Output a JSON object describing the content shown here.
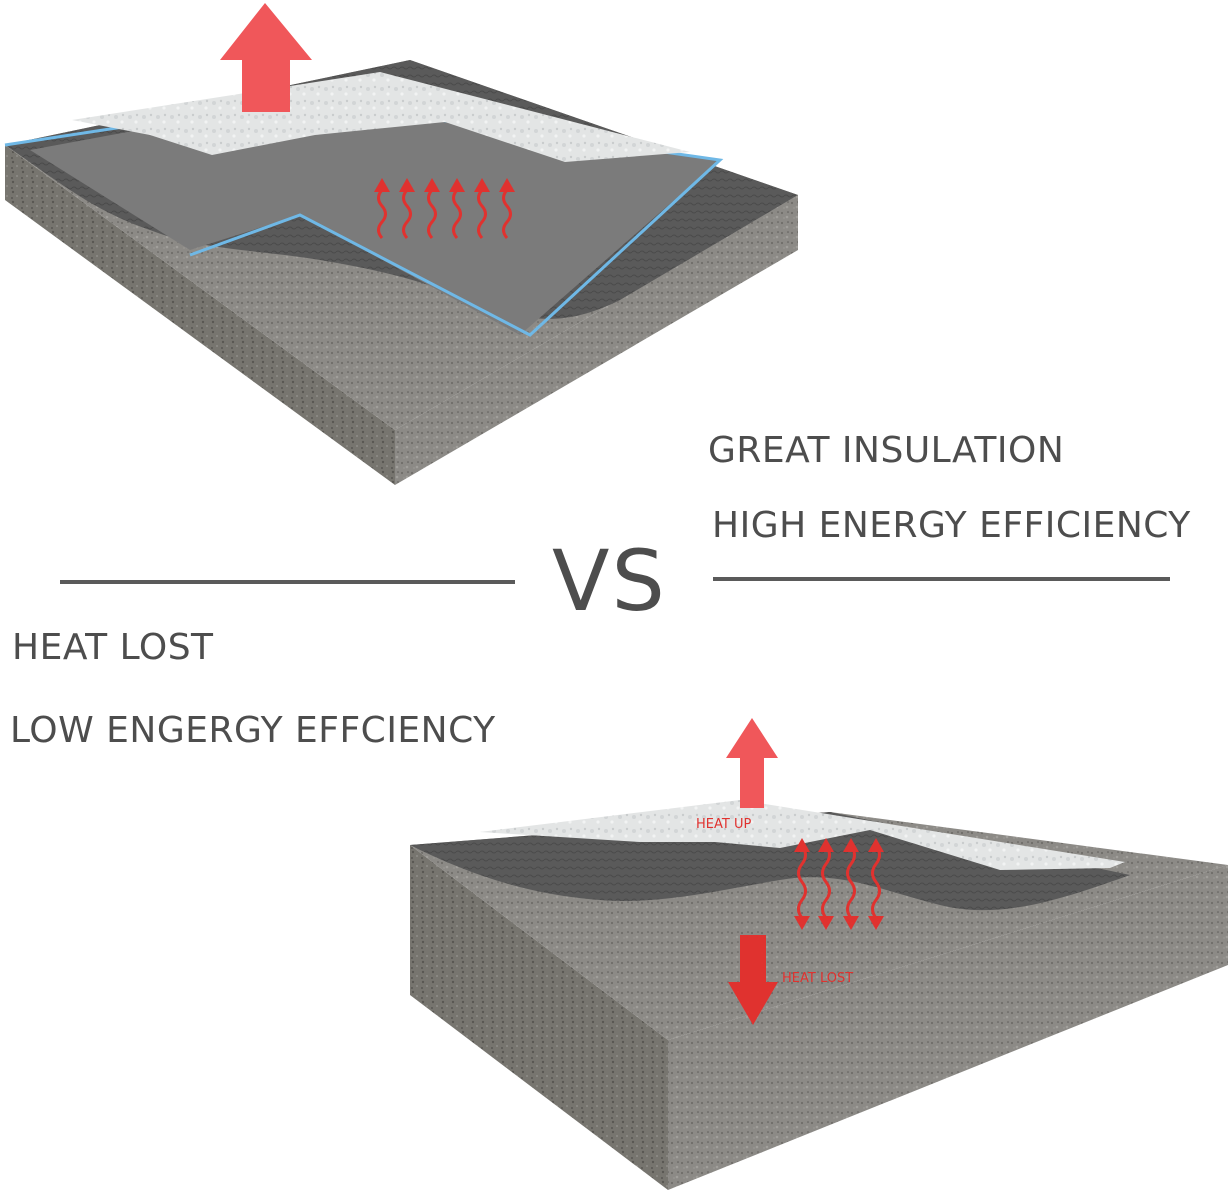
{
  "labels": {
    "great_insulation": "GREAT INSULATION",
    "high_energy_efficiency": "HIGH ENERGY EFFICIENCY",
    "vs": "VS",
    "heat_lost": "HEAT LOST",
    "low_energy_efficiency": "LOW ENGERGY EFFCIENCY",
    "heat_up_small": "HEAT UP",
    "heat_lost_small": "HEAT LOST"
  },
  "colors": {
    "text": "#4d4d4d",
    "arrow_red": "#f0575a",
    "wave_red": "#e0322f",
    "concrete": "#8c8a86",
    "concrete_dark": "#6f6d69",
    "mortar": "#5c5c5c",
    "insulation_board": "#7b7b7b",
    "insulation_edge": "#6fb8e6",
    "tile": "#e4e6e6"
  },
  "icons": {
    "big_up_arrow": "arrow-up-icon",
    "heat_wave": "heat-wave-icon",
    "down_arrow": "arrow-down-icon"
  }
}
